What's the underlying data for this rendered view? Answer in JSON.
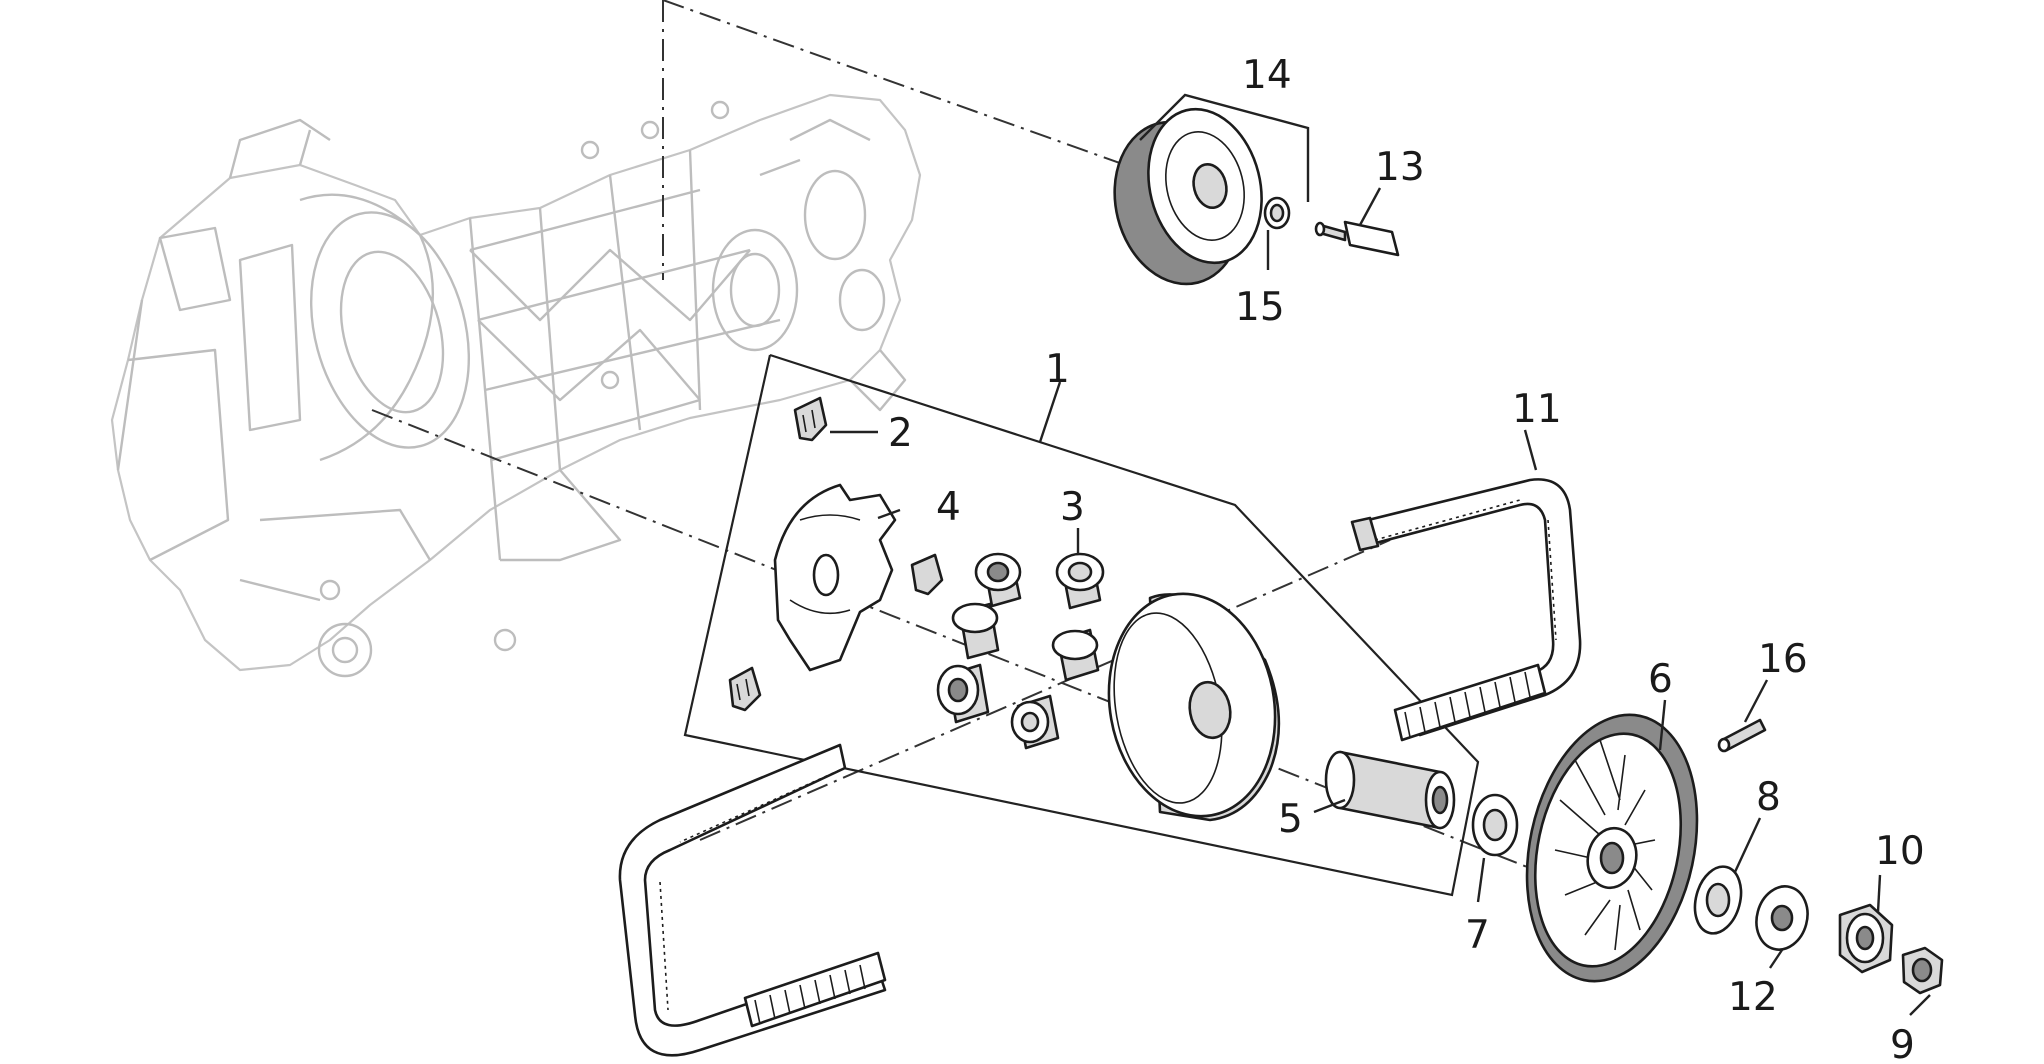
{
  "callouts": [
    "1",
    "2",
    "3",
    "4",
    "5",
    "6",
    "7",
    "8",
    "9",
    "10",
    "11",
    "12",
    "13",
    "14",
    "15",
    "16"
  ],
  "icons": {
    "crankcase": "crankcase-drawing",
    "belt": "drive-belt-drawing",
    "pulley": "variator-pulley-drawing",
    "fan": "fan-pulley-drawing",
    "roller": "roller-drawing",
    "tensioner": "tensioner-roller-drawing"
  }
}
